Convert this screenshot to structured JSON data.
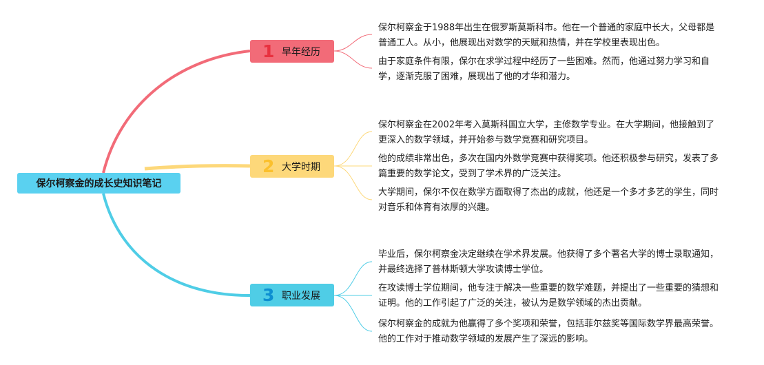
{
  "root": {
    "title": "保尔柯察金的成长史知识笔记"
  },
  "colors": {
    "root": "#5ad1f0",
    "branch1": "#f26b78",
    "branch2": "#fdd87a",
    "branch3": "#4fcde6"
  },
  "branches": [
    {
      "number": "1",
      "label": "早年经历",
      "notes": [
        "保尔柯察金于1988年出生在俄罗斯莫斯科市。他在一个普通的家庭中长大，父母都是普通工人。从小，他展现出对数学的天赋和热情，并在学校里表现出色。",
        "由于家庭条件有限，保尔在求学过程中经历了一些困难。然而，他通过努力学习和自学，逐渐克服了困难，展现出了他的才华和潜力。"
      ]
    },
    {
      "number": "2",
      "label": "大学时期",
      "notes": [
        "保尔柯察金在2002年考入莫斯科国立大学，主修数学专业。在大学期间，他接触到了更深入的数学领域，并开始参与数学竞赛和研究项目。",
        "他的成绩非常出色，多次在国内外数学竞赛中获得奖项。他还积极参与研究，发表了多篇重要的数学论文，受到了学术界的广泛关注。",
        "大学期间，保尔不仅在数学方面取得了杰出的成就，他还是一个多才多艺的学生，同时对音乐和体育有浓厚的兴趣。"
      ]
    },
    {
      "number": "3",
      "label": "职业发展",
      "notes": [
        "毕业后，保尔柯察金决定继续在学术界发展。他获得了多个著名大学的博士录取通知，并最终选择了普林斯顿大学攻读博士学位。",
        "在攻读博士学位期间，他专注于解决一些重要的数学难题，并提出了一些重要的猜想和证明。他的工作引起了广泛的关注，被认为是数学领域的杰出贡献。",
        "保尔柯察金的成就为他赢得了多个奖项和荣誉，包括菲尔兹奖等国际数学界最高荣誉。他的工作对于推动数学领域的发展产生了深远的影响。"
      ]
    }
  ]
}
